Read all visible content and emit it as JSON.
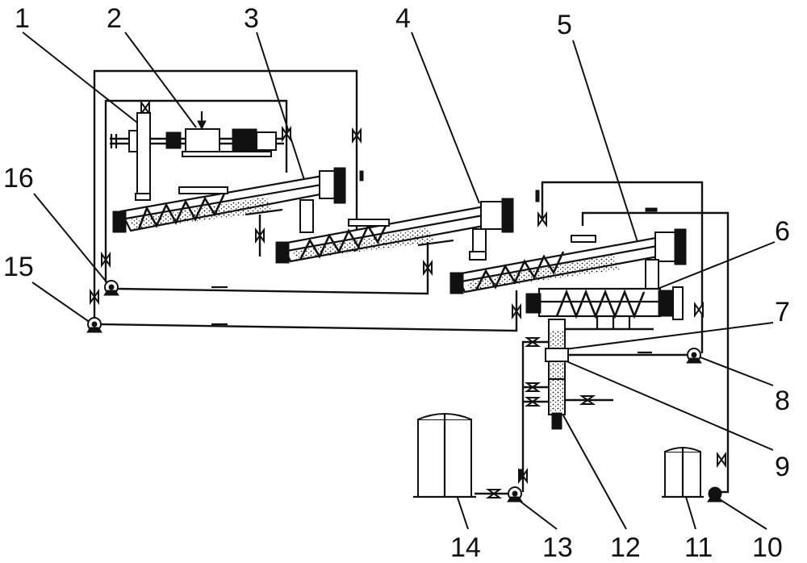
{
  "labels": {
    "l1": "1",
    "l2": "2",
    "l3": "3",
    "l4": "4",
    "l5": "5",
    "l6": "6",
    "l7": "7",
    "l8": "8",
    "l9": "9",
    "l10": "10",
    "l11": "11",
    "l12": "12",
    "l13": "13",
    "l14": "14",
    "l15": "15",
    "l16": "16"
  },
  "colors": {
    "line": "#111111",
    "background": "#ffffff"
  }
}
